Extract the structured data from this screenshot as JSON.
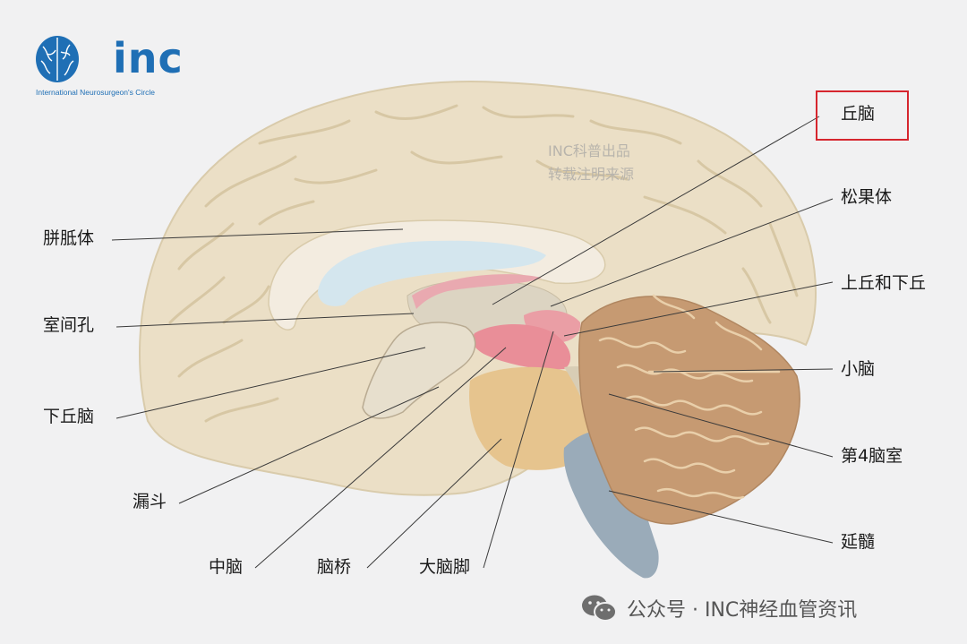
{
  "logo": {
    "wordmark": "inc",
    "subtitle": "International  Neurosurgeon's  Circle",
    "brand_color": "#1f6fb5"
  },
  "watermark": {
    "line1": "INC科普出品",
    "line2": "转载注明来源"
  },
  "labels": {
    "thalamus": "丘脑",
    "pineal": "松果体",
    "colliculi": "上丘和下丘",
    "cerebellum": "小脑",
    "fourth_ventricle": "第4脑室",
    "medulla": "延髓",
    "corpus_callosum": "胼胝体",
    "foramen": "室间孔",
    "hypothalamus": "下丘脑",
    "infundibulum": "漏斗",
    "midbrain": "中脑",
    "pons": "脑桥",
    "peduncle": "大脑脚"
  },
  "highlight": {
    "target": "丘脑",
    "color": "#d6262e"
  },
  "footer": {
    "text": "公众号 · INC神经血管资讯",
    "icon": "wechat-icon"
  }
}
